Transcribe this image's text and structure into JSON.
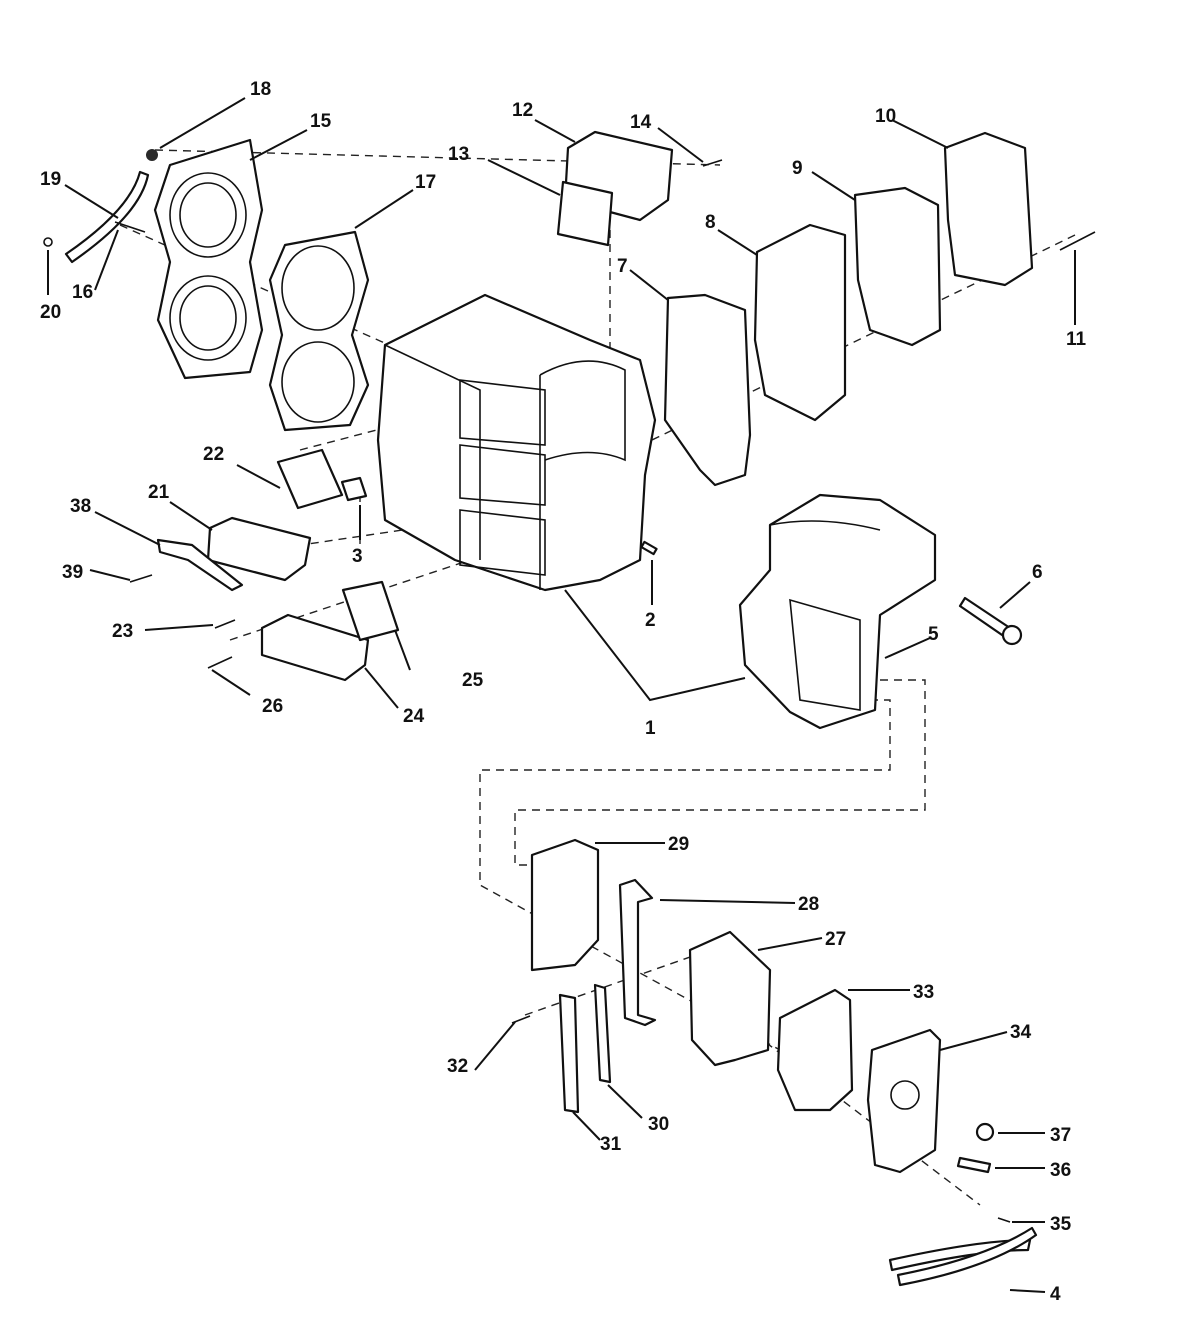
{
  "diagram": {
    "labels": [
      "1",
      "2",
      "3",
      "4",
      "5",
      "6",
      "7",
      "8",
      "9",
      "10",
      "11",
      "12",
      "13",
      "14",
      "15",
      "16",
      "17",
      "18",
      "19",
      "20",
      "21",
      "22",
      "23",
      "24",
      "25",
      "26",
      "27",
      "28",
      "29",
      "30",
      "31",
      "32",
      "33",
      "34",
      "35",
      "36",
      "37",
      "38",
      "39"
    ]
  }
}
